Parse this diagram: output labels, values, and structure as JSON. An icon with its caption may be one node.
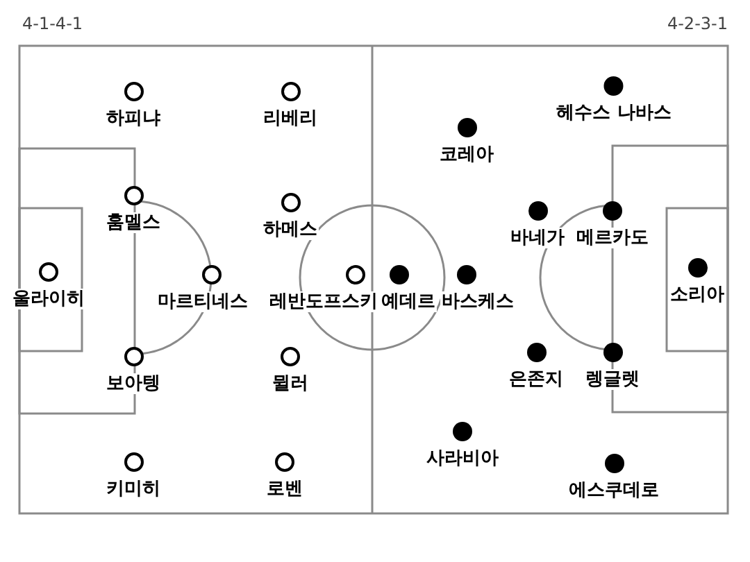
{
  "diagram": {
    "nodes": [
      {
        "text": [
          "하피냐"
        ]
      },
      {
        "text": [
          "리베리"
        ]
      },
      {
        "text": [
          "훔멜스"
        ]
      },
      {
        "text": [
          "하메스"
        ]
      },
      {
        "text": [
          "울라이히"
        ]
      },
      {
        "text": [
          "마르티네스"
        ]
      },
      {
        "text": [
          "레반도프스키"
        ]
      },
      {
        "text": [
          "보아텡"
        ]
      },
      {
        "text": [
          "뮐러"
        ]
      },
      {
        "text": [
          "키미히"
        ]
      },
      {
        "text": [
          "로벤"
        ]
      },
      {
        "text": [
          "헤수스 나바스"
        ]
      },
      {
        "text": [
          "코레아"
        ]
      },
      {
        "text": [
          "바네가"
        ]
      },
      {
        "text": [
          "메르카도"
        ]
      },
      {
        "text": [
          "예데르"
        ]
      },
      {
        "text": [
          "바스케스"
        ]
      },
      {
        "text": [
          "소리아"
        ]
      },
      {
        "text": [
          "은존지"
        ]
      },
      {
        "text": [
          "렝글렛"
        ]
      },
      {
        "text": [
          "사라비아"
        ]
      },
      {
        "text": [
          "에스쿠데로"
        ]
      }
    ],
    "labels": [
      "4-1-4-1",
      "4-2-3-1"
    ]
  }
}
